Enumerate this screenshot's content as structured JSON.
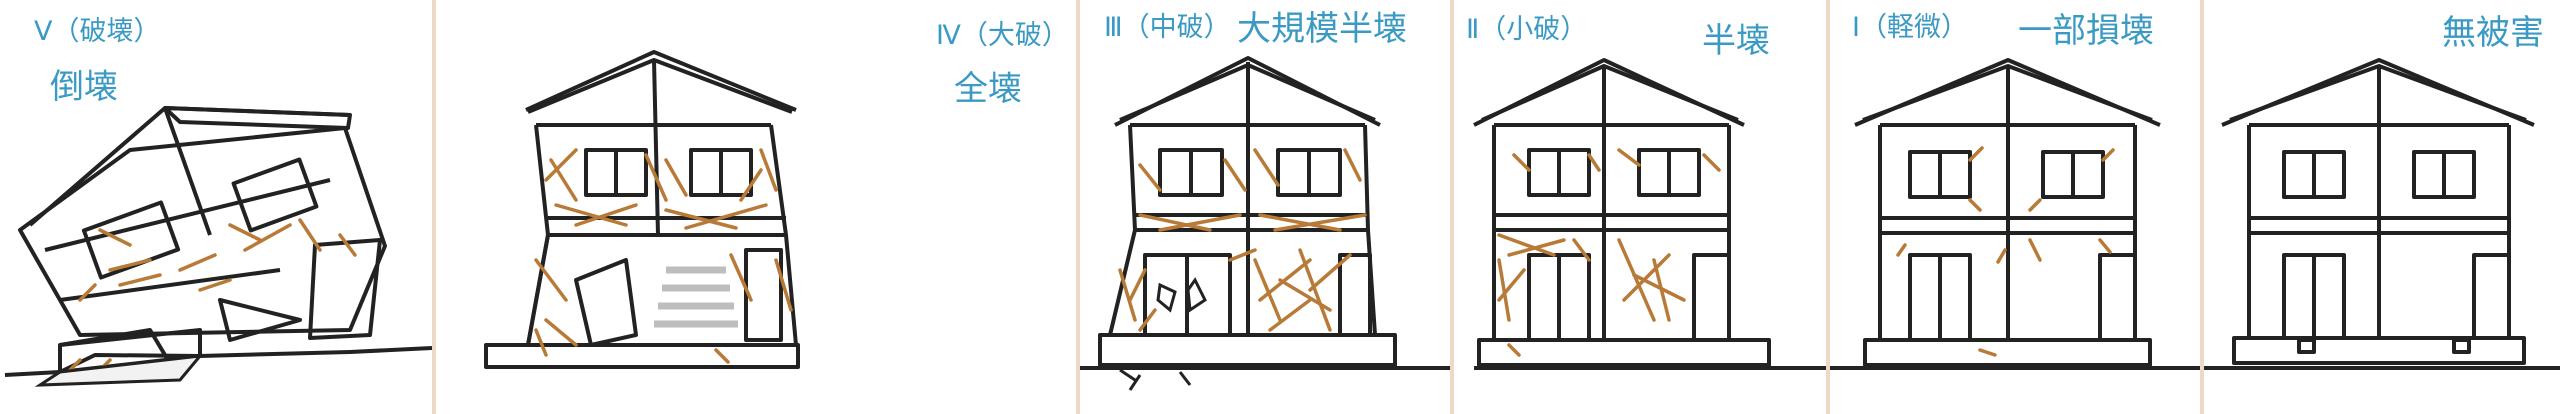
{
  "colors": {
    "label": "#3a9ac4",
    "line": "#222222",
    "crack": "#b87a36",
    "divider": "#edd9c6"
  },
  "panels": [
    {
      "grade": "Ⅴ（破壊）",
      "label": "倒壊"
    },
    {
      "grade": "Ⅳ（大破）",
      "label": "全壊"
    },
    {
      "grade": "Ⅲ（中破）",
      "label": "大規模半壊"
    },
    {
      "grade": "Ⅱ（小破）",
      "label": "半壊"
    },
    {
      "grade": "Ⅰ（軽微）",
      "label": "一部損壊"
    },
    {
      "grade": "",
      "label": "無被害"
    }
  ]
}
